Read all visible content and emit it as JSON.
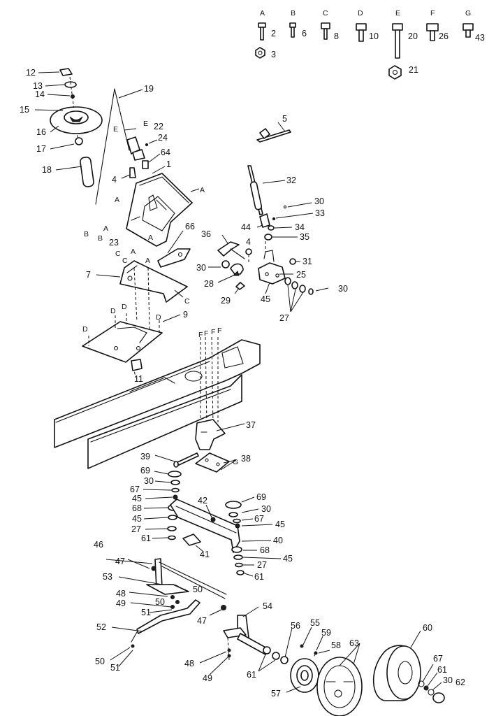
{
  "hardware_key": [
    {
      "letter": "A",
      "part": "2"
    },
    {
      "letter": "B",
      "part": "6"
    },
    {
      "letter": "C",
      "part": "8"
    },
    {
      "letter": "D",
      "part": "10"
    },
    {
      "letter": "E",
      "part": "20"
    },
    {
      "letter": "F",
      "part": "26"
    },
    {
      "letter": "G",
      "part": "43"
    }
  ],
  "key_extras": [
    "3",
    "21"
  ],
  "callouts": [
    "12",
    "13",
    "14",
    "15",
    "16",
    "17",
    "18",
    "19",
    "22",
    "24",
    "64",
    "1",
    "4",
    "5",
    "32",
    "30",
    "33",
    "34",
    "35",
    "44",
    "36",
    "4",
    "31",
    "25",
    "30",
    "28",
    "29",
    "45",
    "27",
    "30",
    "66",
    "23",
    "7",
    "9",
    "11",
    "37",
    "38",
    "39",
    "69",
    "30",
    "67",
    "45",
    "68",
    "45",
    "27",
    "61",
    "42",
    "69",
    "30",
    "67",
    "45",
    "40",
    "68",
    "45",
    "27",
    "61",
    "41",
    "46",
    "47",
    "53",
    "50",
    "48",
    "50",
    "49",
    "51",
    "52",
    "47",
    "54",
    "50",
    "51",
    "48",
    "49",
    "55",
    "56",
    "59",
    "58",
    "60",
    "63",
    "61",
    "57",
    "67",
    "61",
    "30",
    "62"
  ],
  "ref_letters": [
    "E",
    "E",
    "A",
    "A",
    "A",
    "A",
    "B",
    "B",
    "A",
    "C",
    "C",
    "C",
    "A",
    "D",
    "D",
    "D",
    "D",
    "F",
    "F",
    "F",
    "F",
    "G"
  ]
}
